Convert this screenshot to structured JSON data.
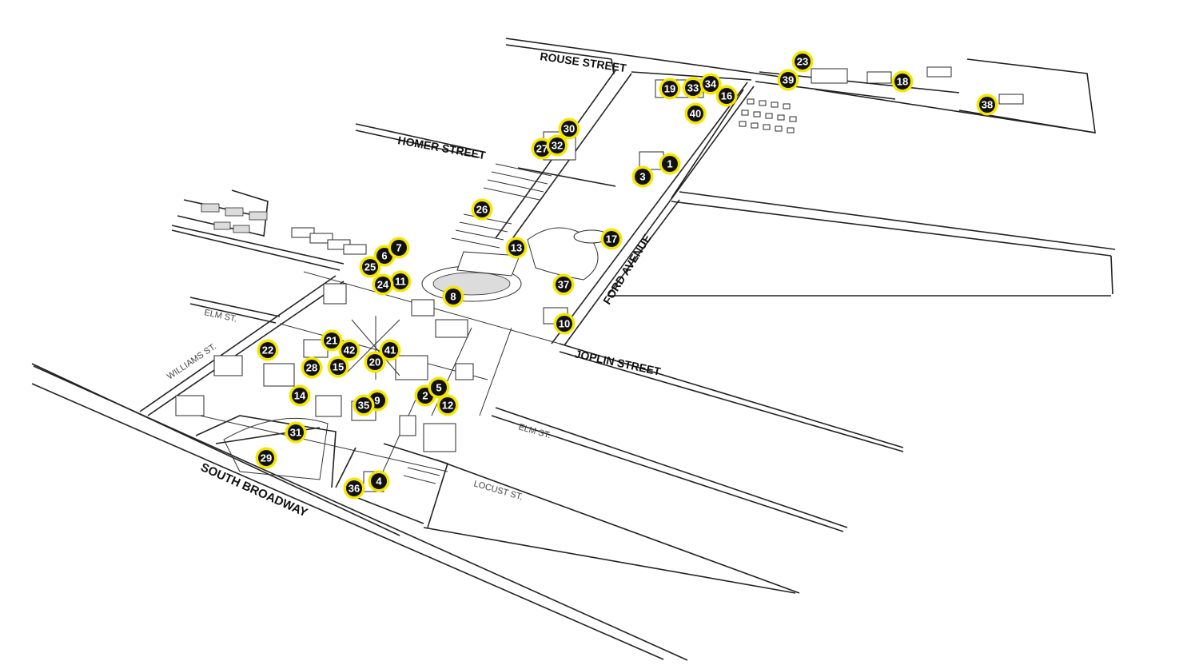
{
  "colors": {
    "marker_ring": "#f5e600",
    "marker_fill": "#111111",
    "marker_text": "#ffffff",
    "road": "#222222",
    "background": "#ffffff"
  },
  "streets": {
    "rouse": "ROUSE STREET",
    "homer": "HOMER STREET",
    "ford": "FORD AVENUE",
    "joplin": "JOPLIN STREET",
    "elm_west": "ELM ST.",
    "williams": "WILLIAMS ST.",
    "south_broadway": "SOUTH BROADWAY",
    "elm_east": "ELM ST.",
    "locust": "LOCUST ST."
  },
  "markers": [
    "1",
    "2",
    "3",
    "4",
    "5",
    "6",
    "7",
    "8",
    "9",
    "10",
    "11",
    "12",
    "13",
    "14",
    "15",
    "16",
    "17",
    "18",
    "19",
    "20",
    "21",
    "22",
    "23",
    "24",
    "25",
    "26",
    "27",
    "28",
    "29",
    "30",
    "31",
    "32",
    "33",
    "34",
    "35",
    "36",
    "37",
    "38",
    "39",
    "40",
    "41",
    "42"
  ]
}
